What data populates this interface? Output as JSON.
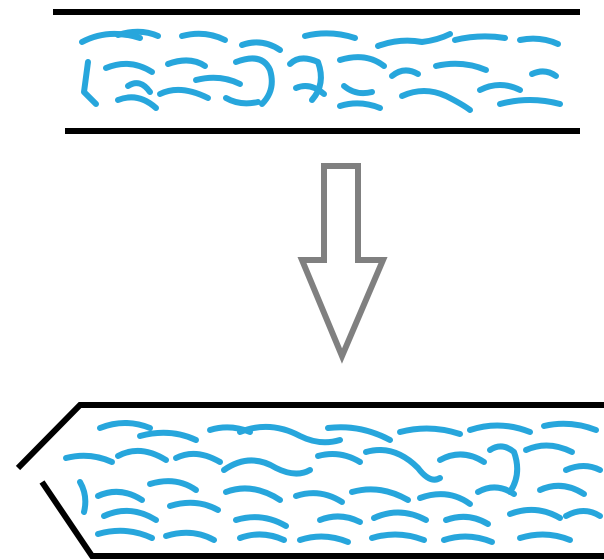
{
  "colors": {
    "background": "#ffffff",
    "border": "#000000",
    "fibers": "#27a6dc",
    "arrow": "#808080",
    "arrow_fill": "#ffffff"
  },
  "diagram": {
    "panels": [
      {
        "name": "top-channel",
        "kind": "parallel-walls"
      },
      {
        "name": "bottom-channel",
        "kind": "notched-entry"
      }
    ],
    "connector": {
      "icon": "down-arrow-icon"
    }
  }
}
